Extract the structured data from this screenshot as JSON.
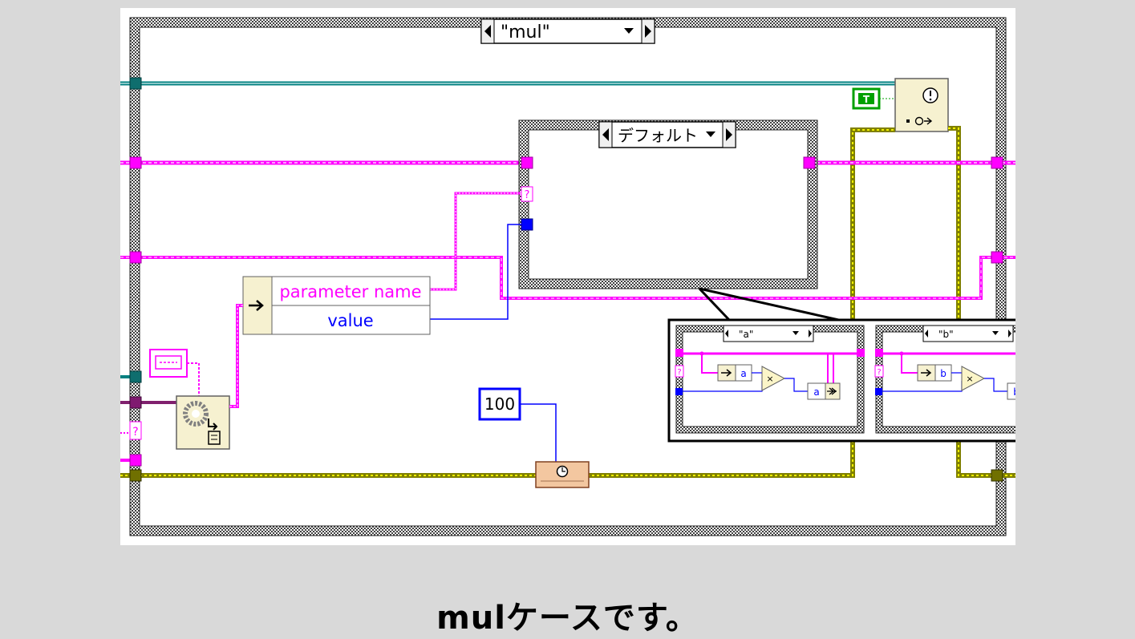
{
  "outer_case": {
    "selector_label": "\"mul\""
  },
  "inner_case": {
    "selector_label": "デフォルト"
  },
  "unbundle": {
    "field_1": "parameter name",
    "field_2": "value"
  },
  "constant": {
    "value": "100"
  },
  "boolean_constant": {
    "label": "T"
  },
  "inset": {
    "case_a": {
      "selector_label": "\"a\"",
      "unbundle_field": "a",
      "bundle_field": "a",
      "operator": "×"
    },
    "case_b": {
      "selector_label": "\"b\"",
      "unbundle_field": "b",
      "bundle_field": "b",
      "operator": "×"
    }
  },
  "tunnel_glyph": "?",
  "caption": "mulケースです。",
  "colors": {
    "cluster_wire": "#ff00ff",
    "error_wire": "#c8c832",
    "ref_wire": "#008080",
    "numeric_wire": "#0000ff"
  }
}
